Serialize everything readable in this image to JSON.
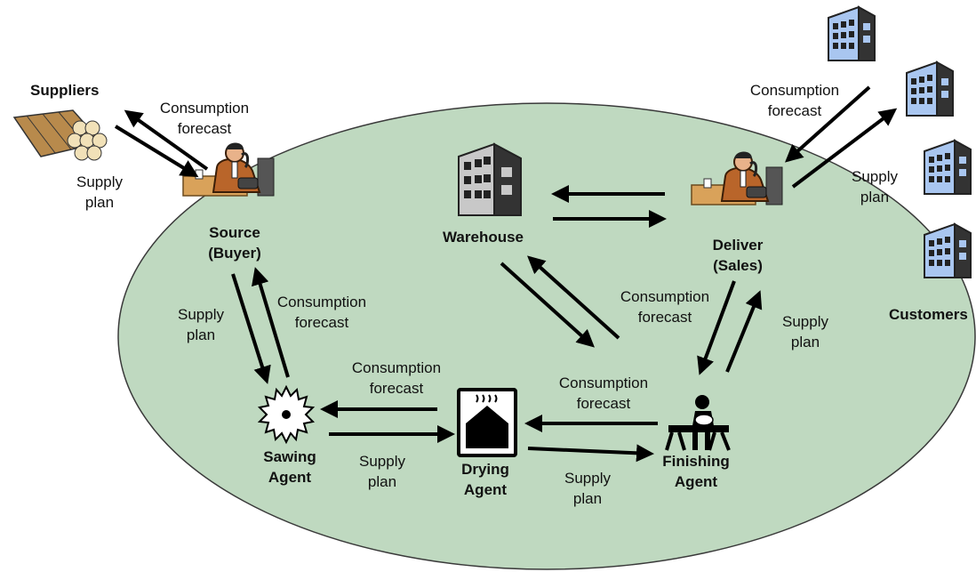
{
  "colors": {
    "ellipse_fill": "#bfd9c0",
    "ellipse_stroke": "#3a3a3a",
    "arrow": "#000000",
    "building_light": "#a9c6f0",
    "building_dark": "#333333",
    "warehouse_light": "#c8c8c8"
  },
  "nodes": {
    "suppliers": {
      "label": "Suppliers",
      "icon": "logs-icon"
    },
    "source": {
      "line1": "Source",
      "line2": "(Buyer)",
      "icon": "buyer-person-icon"
    },
    "warehouse": {
      "label": "Warehouse",
      "icon": "warehouse-building-icon"
    },
    "deliver": {
      "line1": "Deliver",
      "line2": "(Sales)",
      "icon": "sales-person-icon"
    },
    "customers": {
      "label": "Customers",
      "icon": "customer-building-icon"
    },
    "sawing": {
      "line1": "Sawing",
      "line2": "Agent",
      "icon": "saw-blade-icon"
    },
    "drying": {
      "line1": "Drying",
      "line2": "Agent",
      "icon": "drying-kiln-icon"
    },
    "finishing": {
      "line1": "Finishing",
      "line2": "Agent",
      "icon": "finishing-worker-icon"
    }
  },
  "flows": {
    "suppliers_source_forecast": {
      "line1": "Consumption",
      "line2": "forecast"
    },
    "suppliers_source_supply": {
      "line1": "Supply",
      "line2": "plan"
    },
    "deliver_customers_forecast": {
      "line1": "Consumption",
      "line2": "forecast"
    },
    "deliver_customers_supply": {
      "line1": "Supply",
      "line2": "plan"
    },
    "source_sawing_supply": {
      "line1": "Supply",
      "line2": "plan"
    },
    "source_sawing_forecast": {
      "line1": "Consumption",
      "line2": "forecast"
    },
    "sawing_drying_forecast": {
      "line1": "Consumption",
      "line2": "forecast"
    },
    "sawing_drying_supply": {
      "line1": "Supply",
      "line2": "plan"
    },
    "drying_finishing_forecast": {
      "line1": "Consumption",
      "line2": "forecast"
    },
    "drying_finishing_supply": {
      "line1": "Supply",
      "line2": "plan"
    },
    "warehouse_finishing_forecast": {
      "line1": "Consumption",
      "line2": "forecast"
    },
    "deliver_finishing_supply": {
      "line1": "Supply",
      "line2": "plan"
    }
  }
}
